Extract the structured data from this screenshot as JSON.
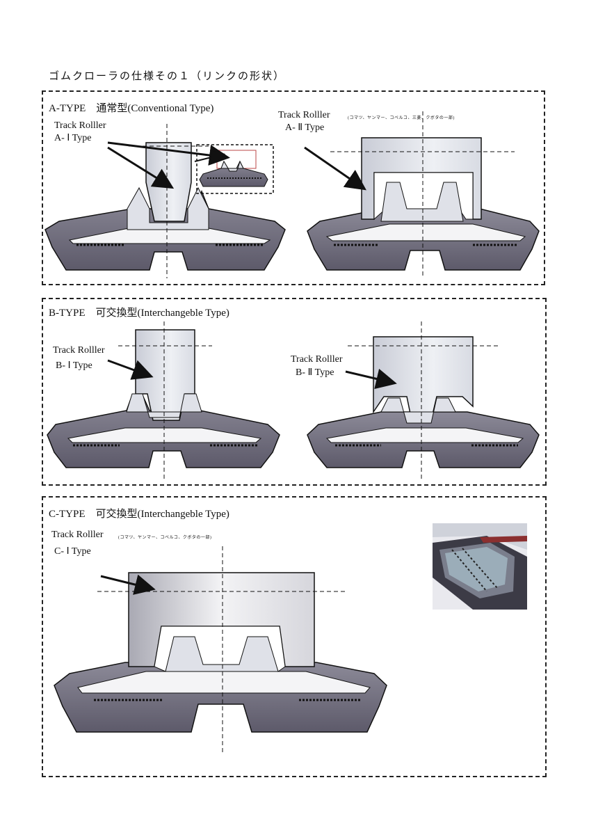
{
  "title": "ゴムクローラの仕様その１（リンクの形状）",
  "panels": {
    "a": {
      "heading": "A-TYPE　通常型(Conventional Type)",
      "left_label_1": "Track Rolller",
      "left_label_2": "A- Ⅰ Type",
      "right_label_1": "Track Rolller",
      "right_makers": "(コマツ、ヤンマー、コベルコ、三菱、クボタの一部)",
      "right_label_2": "A- Ⅱ Type"
    },
    "b": {
      "heading": "B-TYPE　可交換型(Interchangeble Type)",
      "left_label_1": "Track Rolller",
      "left_label_2": "B- Ⅰ Type",
      "right_label_1": "Track Rolller",
      "right_label_2": "B- Ⅱ Type"
    },
    "c": {
      "heading": "C-TYPE　可交換型(Interchangeble Type)",
      "label_1": "Track Rolller",
      "makers": "(コマツ、ヤンマー、コベルコ、クボタの一部)",
      "label_2": "C- Ⅰ Type"
    }
  },
  "colors": {
    "track_body": "#6b6878",
    "track_light": "#8c8a98",
    "roller_fill": "#e6e8ee",
    "inner_fill": "#f4f4f6",
    "line": "#111111"
  },
  "icons": [
    "arrow-icon",
    "photo-thumbnail"
  ]
}
